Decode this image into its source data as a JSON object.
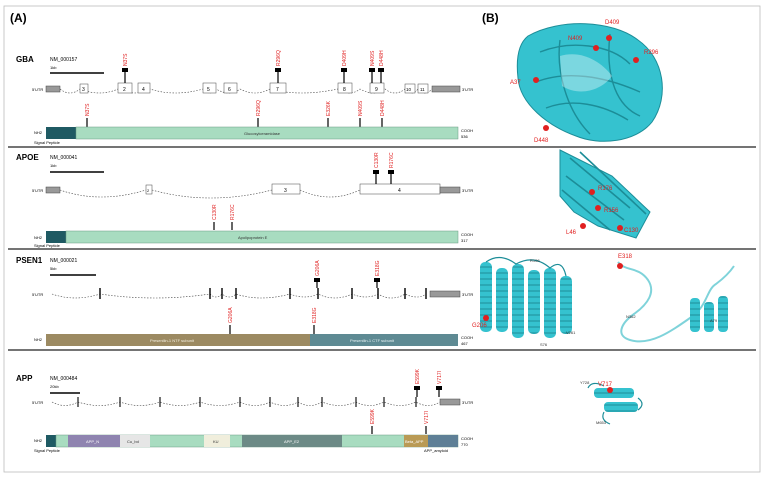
{
  "panel_labels": [
    "(A)",
    "(B)"
  ],
  "colors": {
    "mutation": "#e02020",
    "protein_cyan": "#35c2cf",
    "signal_peptide": "#1f5a63",
    "glyco_domain": "#a8dcc0",
    "apolipo_domain": "#a8dcc0",
    "psen_ntf": "#9c8a62",
    "psen_ctf": "#5e8a93",
    "app_n": "#8f84b0",
    "app_e2": "#6c8a86",
    "exon_fill": "#ffffff",
    "utr_fill": "#999999"
  },
  "genes": [
    {
      "name": "GBA",
      "accession": "NM_000157",
      "scale": "1kb",
      "utr5": "5'UTR",
      "utr3": "3'UTR",
      "exons": [
        "2",
        "3",
        "4",
        "5",
        "6",
        "7",
        "8",
        "9",
        "10",
        "11"
      ],
      "top_mutations": [
        "N37S",
        "R296Q",
        "D409H",
        "N409S",
        "D448H"
      ],
      "bottom_mutations": [
        "N37S",
        "R296Q",
        "E326K",
        "N409S",
        "D448H"
      ],
      "protein": {
        "nh2": "NH2",
        "cooh": "COOH",
        "length": "536",
        "domains": [
          "Signal Peptide",
          "Glucosylceramidase"
        ]
      }
    },
    {
      "name": "APOE",
      "accession": "NM_000041",
      "scale": "1kb",
      "utr5": "5'UTR",
      "utr3": "3'UTR",
      "exons": [
        "2",
        "3",
        "4"
      ],
      "top_mutations": [
        "C130R",
        "R176C"
      ],
      "bottom_mutations": [
        "C130R",
        "R176C"
      ],
      "protein": {
        "nh2": "NH2",
        "cooh": "COOH",
        "length": "317",
        "domains": [
          "Signal Peptide",
          "Apolipoprotein E"
        ]
      }
    },
    {
      "name": "PSEN1",
      "accession": "NM_000021",
      "scale": "5kb",
      "utr5": "5'UTR",
      "utr3": "3'UTR",
      "exons": [],
      "top_mutations": [
        "G206A",
        "E318G"
      ],
      "bottom_mutations": [
        "G206A",
        "E318G"
      ],
      "protein": {
        "nh2": "NH2",
        "cooh": "COOH",
        "length": "467",
        "domains": [
          "Presenilin-1 NTF subunit",
          "Presenilin-1 CTF subunit"
        ]
      }
    },
    {
      "name": "APP",
      "accession": "NM_000484",
      "scale": "20kb",
      "utr5": "5'UTR",
      "utr3": "3'UTR",
      "exons": [],
      "top_mutations": [
        "E599K",
        "V717I"
      ],
      "bottom_mutations": [
        "E599K",
        "V717I"
      ],
      "protein": {
        "nh2": "NH2",
        "cooh": "COOH",
        "length": "770",
        "domains": [
          "Signal Peptide",
          "APP_N",
          "Cu_bd",
          "KU",
          "APP_E2",
          "Beta_APP",
          "APP_amyloid"
        ]
      }
    }
  ],
  "structures": {
    "gba_labels": [
      "N409",
      "D409",
      "R296",
      "A37",
      "D448"
    ],
    "apoe_labels": [
      "R176",
      "L46",
      "R156",
      "C130"
    ],
    "psen_left_labels": [
      "G206",
      "R108",
      "V261",
      "S76"
    ],
    "psen_right_labels": [
      "E318",
      "A79",
      "N362"
    ],
    "app_labels": [
      "Y728",
      "V717",
      "M653"
    ]
  }
}
